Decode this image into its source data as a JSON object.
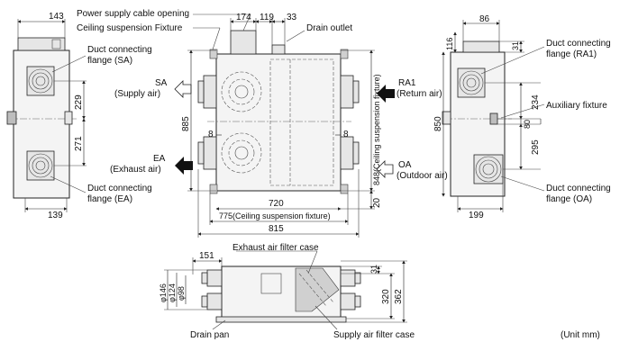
{
  "callouts": {
    "power_supply_cable_opening": "Power supply cable opening",
    "ceiling_suspension_fixture": "Ceiling suspension Fixture",
    "drain_outlet": "Drain outlet",
    "duct_connecting_flange_sa": [
      "Duct connecting",
      "flange (SA)"
    ],
    "duct_connecting_flange_ea": [
      "Duct connecting",
      "flange (EA)"
    ],
    "duct_connecting_flange_ra1": [
      "Duct connecting",
      "flange (RA1)"
    ],
    "duct_connecting_flange_oa": [
      "Duct connecting",
      "flange (OA)"
    ],
    "auxiliary_fixture": "Auxiliary fixture",
    "exhaust_air_filter_case": "Exhaust air filter case",
    "supply_air_filter_case": "Supply air filter case",
    "drain_pan": "Drain pan",
    "unit": "(Unit mm)"
  },
  "airflows": {
    "sa": [
      "SA",
      "(Supply air)"
    ],
    "ea": [
      "EA",
      "(Exhaust air)"
    ],
    "ra1": [
      "RA1",
      "(Return air)"
    ],
    "oa": [
      "OA",
      "(Outdoor air)"
    ]
  },
  "dimensions": {
    "left_view": {
      "top_width": "143",
      "upper_height": "229",
      "lower_height": "271",
      "bottom_width": "139"
    },
    "top_view": {
      "top_a": "174",
      "top_b": "119",
      "top_c": "33",
      "overall_height": "885",
      "suspension_height": "848(Ceiling suspension fixture)",
      "left_gap": "8",
      "right_gap": "8",
      "body_width": "720",
      "suspension_width": "775(Ceiling suspension fixture)",
      "overall_width": "815",
      "bottom_gap": "20"
    },
    "right_view": {
      "top_width": "86",
      "top_offset": "116",
      "top_gap": "31",
      "upper_height": "234",
      "overall_height": "850",
      "aux_height": "80",
      "lower_height": "295",
      "bottom_width": "199"
    },
    "bottom_view": {
      "flange_length": "151",
      "dia_outer": "φ146",
      "dia_mid": "φ124",
      "dia_inner": "φ98",
      "top_gap": "31",
      "inner_height": "320",
      "overall_height": "362"
    }
  }
}
